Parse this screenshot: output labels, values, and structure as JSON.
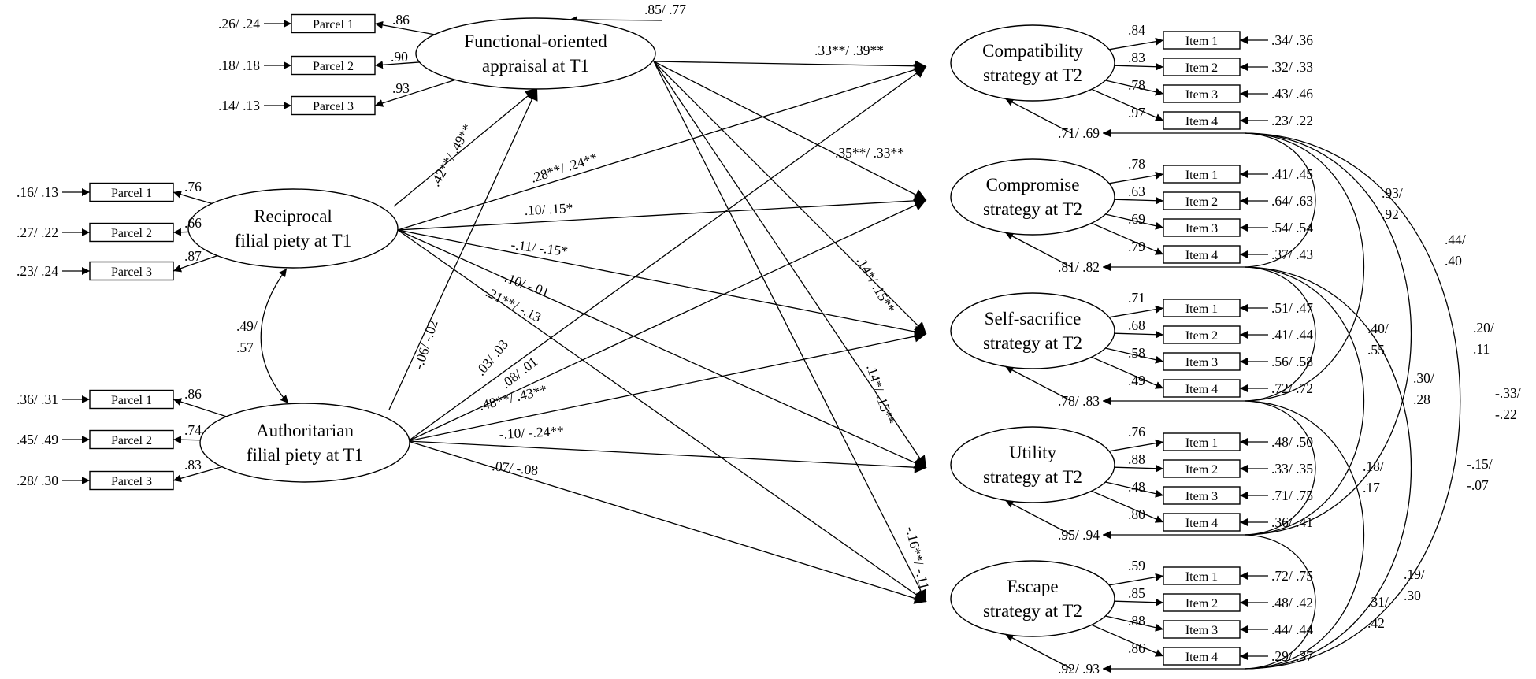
{
  "latents": {
    "functional": {
      "line1": "Functional-oriented",
      "line2": "appraisal at T1",
      "disturbance": ".85/ .77"
    },
    "reciprocal": {
      "line1": "Reciprocal",
      "line2": "filial piety at T1"
    },
    "authoritarian": {
      "line1": "Authoritarian",
      "line2": "filial piety at T1"
    },
    "compat": {
      "line1": "Compatibility",
      "line2": "strategy at T2",
      "residual": ".71/ .69"
    },
    "compromise": {
      "line1": "Compromise",
      "line2": "strategy at T2",
      "residual": ".81/ .82"
    },
    "selfsac": {
      "line1": "Self-sacrifice",
      "line2": "strategy at T2",
      "residual": ".78/ .83"
    },
    "utility": {
      "line1": "Utility",
      "line2": "strategy at T2",
      "residual": ".95/ .94"
    },
    "escape": {
      "line1": "Escape",
      "line2": "strategy at T2",
      "residual": ".92/ .93"
    }
  },
  "indicators": {
    "functional": [
      {
        "label": "Parcel 1",
        "loading": ".86",
        "error": ".26/ .24"
      },
      {
        "label": "Parcel 2",
        "loading": ".90",
        "error": ".18/ .18"
      },
      {
        "label": "Parcel 3",
        "loading": ".93",
        "error": ".14/ .13"
      }
    ],
    "reciprocal": [
      {
        "label": "Parcel 1",
        "loading": ".76",
        "error": ".16/ .13"
      },
      {
        "label": "Parcel 2",
        "loading": ".66",
        "error": ".27/ .22"
      },
      {
        "label": "Parcel 3",
        "loading": ".87",
        "error": ".23/ .24"
      }
    ],
    "authoritarian": [
      {
        "label": "Parcel 1",
        "loading": ".86",
        "error": ".36/ .31"
      },
      {
        "label": "Parcel 2",
        "loading": ".74",
        "error": ".45/ .49"
      },
      {
        "label": "Parcel 3",
        "loading": ".83",
        "error": ".28/ .30"
      }
    ],
    "compat": [
      {
        "label": "Item 1",
        "loading": ".84",
        "error": ".34/ .36"
      },
      {
        "label": "Item 2",
        "loading": ".83",
        "error": ".32/ .33"
      },
      {
        "label": "Item 3",
        "loading": ".78",
        "error": ".43/ .46"
      },
      {
        "label": "Item 4",
        "loading": ".97",
        "error": ".23/ .22"
      }
    ],
    "compromise": [
      {
        "label": "Item 1",
        "loading": ".78",
        "error": ".41/ .45"
      },
      {
        "label": "Item 2",
        "loading": ".63",
        "error": ".64/ .63"
      },
      {
        "label": "Item 3",
        "loading": ".69",
        "error": ".54/ .54"
      },
      {
        "label": "Item 4",
        "loading": ".79",
        "error": ".37/ .43"
      }
    ],
    "selfsac": [
      {
        "label": "Item 1",
        "loading": ".71",
        "error": ".51/ .47"
      },
      {
        "label": "Item 2",
        "loading": ".68",
        "error": ".41/ .44"
      },
      {
        "label": "Item 3",
        "loading": ".58",
        "error": ".56/ .58"
      },
      {
        "label": "Item 4",
        "loading": ".49",
        "error": ".72/ .72"
      }
    ],
    "utility": [
      {
        "label": "Item 1",
        "loading": ".76",
        "error": ".48/ .50"
      },
      {
        "label": "Item 2",
        "loading": ".88",
        "error": ".33/ .35"
      },
      {
        "label": "Item 3",
        "loading": ".48",
        "error": ".71/ .75"
      },
      {
        "label": "Item 4",
        "loading": ".80",
        "error": ".36/ .41"
      }
    ],
    "escape": [
      {
        "label": "Item 1",
        "loading": ".59",
        "error": ".72/ .75"
      },
      {
        "label": "Item 2",
        "loading": ".85",
        "error": ".48/ .42"
      },
      {
        "label": "Item 3",
        "loading": ".88",
        "error": ".44/ .44"
      },
      {
        "label": "Item 4",
        "loading": ".86",
        "error": ".29/ .37"
      }
    ]
  },
  "paths": {
    "func_compat": ".33**/ .39**",
    "func_compromise": ".35**/ .33**",
    "func_selfsac": ".14*/ .15**",
    "func_utility": ".14*/ .15**",
    "func_escape": "-.16**/ -.11",
    "recip_func": ".42**/ .49**",
    "recip_compat": ".28**/ .24**",
    "recip_compromise": ".10/ .15*",
    "recip_selfsac": "-.11/ -.15*",
    "recip_utility": "-.10/ -.01",
    "recip_escape": "-.21**/ -.13",
    "auth_func": "-.06/ -.02",
    "auth_compat": ".03/ .03",
    "auth_compromise": ".08/ .01",
    "auth_selfsac": ".48**/ .43**",
    "auth_utility": "-.10/ -.24**",
    "auth_escape": ".07/ -.08"
  },
  "t1_correlation": {
    "top": ".49/",
    "bottom": ".57"
  },
  "residual_correlations": [
    {
      "pair": "compat-compromise",
      "top": ".93/",
      "bottom": ".92"
    },
    {
      "pair": "compat-selfsac",
      "top": ".44/",
      "bottom": ".40"
    },
    {
      "pair": "compat-utility",
      "top": ".20/",
      "bottom": ".11"
    },
    {
      "pair": "compat-escape",
      "top": "-.33/",
      "bottom": "-.22"
    },
    {
      "pair": "compromise-selfsac",
      "top": ".40/",
      "bottom": ".55"
    },
    {
      "pair": "compromise-utility",
      "top": ".30/",
      "bottom": ".28"
    },
    {
      "pair": "compromise-escape",
      "top": "-.15/",
      "bottom": "-.07"
    },
    {
      "pair": "selfsac-utility",
      "top": ".18/",
      "bottom": ".17"
    },
    {
      "pair": "selfsac-escape",
      "top": ".19/",
      "bottom": ".30"
    },
    {
      "pair": "utility-escape",
      "top": ".31/",
      "bottom": ".42"
    }
  ]
}
